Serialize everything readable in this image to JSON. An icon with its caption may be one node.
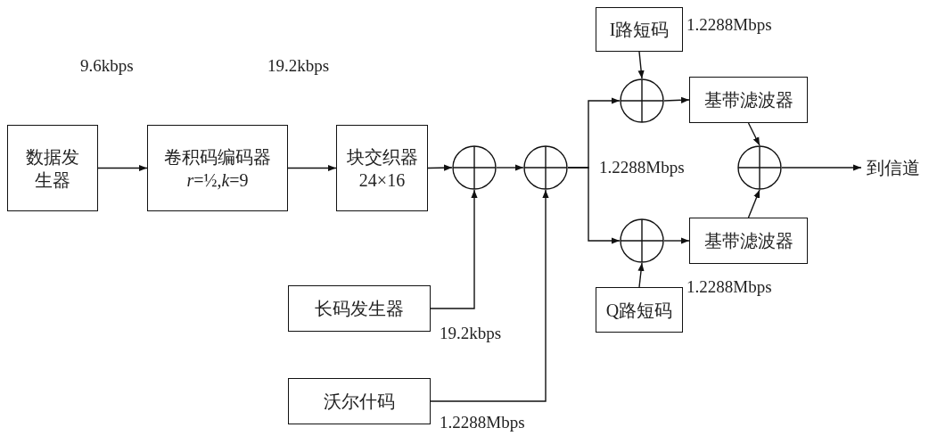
{
  "diagram": {
    "nodes": [
      {
        "text": [
          "数据发生器"
        ]
      },
      {
        "text": [
          "卷积码编码器",
          "*r*=½,*k*=9"
        ]
      },
      {
        "text": [
          "块交织器",
          "24×16"
        ]
      },
      {
        "text": [],
        "shape": "circle"
      },
      {
        "text": [],
        "shape": "circle"
      },
      {
        "text": [
          "I路短码"
        ]
      },
      {
        "text": [],
        "shape": "circle"
      },
      {
        "text": [
          "基带滤波器"
        ]
      },
      {
        "text": [],
        "shape": "circle"
      },
      {
        "text": [
          "到信道"
        ]
      },
      {
        "text": [],
        "shape": "circle"
      },
      {
        "text": [
          "基带滤波器"
        ]
      },
      {
        "text": [
          "Q路短码"
        ]
      },
      {
        "text": [
          "长码发生器"
        ]
      },
      {
        "text": [
          "沃尔什码"
        ]
      }
    ],
    "edges": [
      {
        "from": 0,
        "to": 1,
        "arrow": "to"
      },
      {
        "from": 1,
        "to": 2,
        "arrow": "to"
      },
      {
        "from": 2,
        "to": 3,
        "arrow": "to"
      },
      {
        "from": 3,
        "to": 4,
        "arrow": "to"
      },
      {
        "from": 4,
        "to": 6,
        "arrow": "to"
      },
      {
        "from": 4,
        "to": 10,
        "arrow": "to"
      },
      {
        "from": 5,
        "to": 6,
        "arrow": "to"
      },
      {
        "from": 6,
        "to": 7,
        "arrow": "to"
      },
      {
        "from": 7,
        "to": 8,
        "arrow": "to"
      },
      {
        "from": 12,
        "to": 10,
        "arrow": "to"
      },
      {
        "from": 10,
        "to": 11,
        "arrow": "to"
      },
      {
        "from": 11,
        "to": 8,
        "arrow": "to"
      },
      {
        "from": 8,
        "to": 9,
        "arrow": "to"
      },
      {
        "from": 13,
        "to": 3,
        "arrow": "to"
      },
      {
        "from": 14,
        "to": 4,
        "arrow": "to"
      }
    ],
    "labels": [
      "1.2288Mbps",
      "9.6kbps",
      "19.2kbps",
      "1.2288Mbps",
      "1.2288Mbps",
      "19.2kbps",
      "1.2288Mbps"
    ]
  }
}
